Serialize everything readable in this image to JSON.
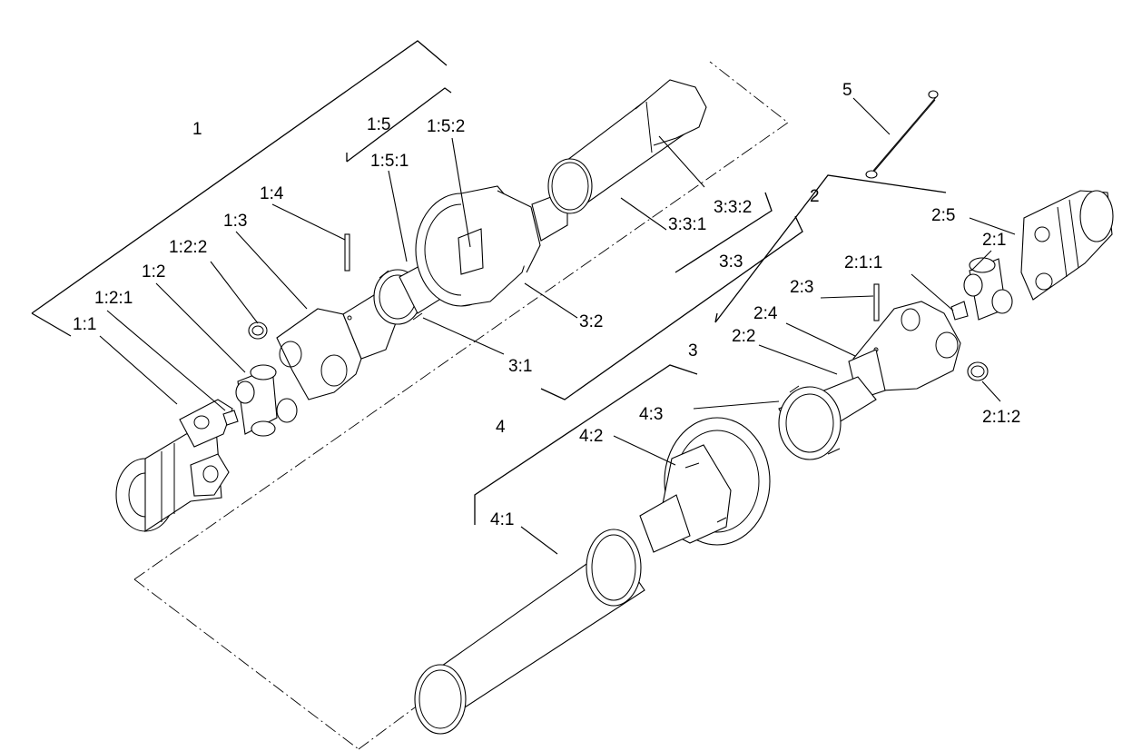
{
  "labels": {
    "l1": "1",
    "l1_1": "1:1",
    "l1_2": "1:2",
    "l1_2_1": "1:2:1",
    "l1_2_2": "1:2:2",
    "l1_3": "1:3",
    "l1_4": "1:4",
    "l1_5": "1:5",
    "l1_5_1": "1:5:1",
    "l1_5_2": "1:5:2",
    "l2": "2",
    "l2_1": "2:1",
    "l2_1_1": "2:1:1",
    "l2_1_2": "2:1:2",
    "l2_2": "2:2",
    "l2_3": "2:3",
    "l2_4": "2:4",
    "l2_5": "2:5",
    "l3": "3",
    "l3_1": "3:1",
    "l3_2": "3:2",
    "l3_3": "3:3",
    "l3_3_1": "3:3:1",
    "l3_3_2": "3:3:2",
    "l4": "4",
    "l4_1": "4:1",
    "l4_2": "4:2",
    "l4_3": "4:3",
    "l5": "5"
  }
}
